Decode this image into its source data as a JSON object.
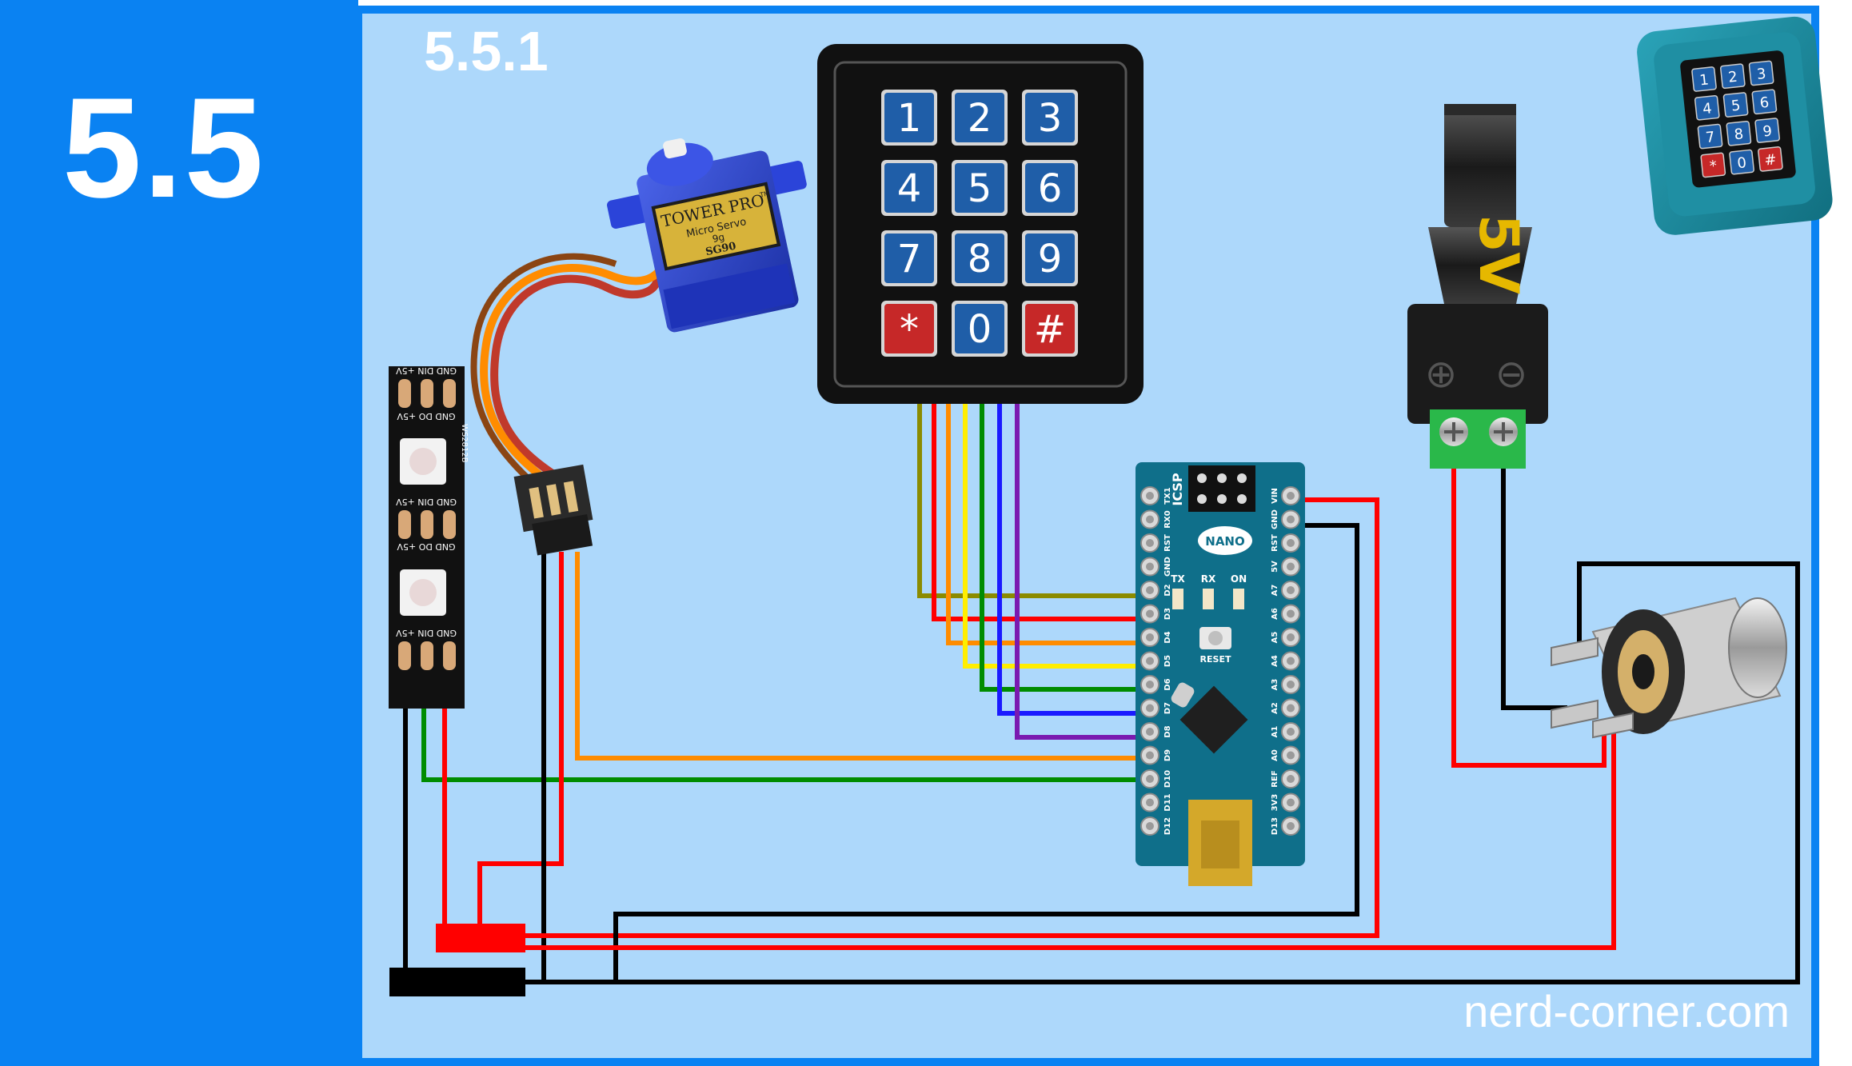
{
  "header": {
    "chapter_number": "5.5",
    "section_number": "5.5.1"
  },
  "colors": {
    "chapter_panel": "#0a82f2",
    "canvas_background": "#add8fb",
    "frame_border": "#0a82f2",
    "arduino_pcb": "#0f6f8a",
    "wire_red": "#ff0000",
    "wire_black": "#000000",
    "wire_orange": "#ff8c00",
    "wire_green": "#008c00",
    "wire_yellow": "#ffee00",
    "wire_blue": "#1a1aff",
    "wire_purple": "#7a1ab0",
    "wire_olive": "#8b8b00"
  },
  "keypad": {
    "keys": [
      "1",
      "2",
      "3",
      "4",
      "5",
      "6",
      "7",
      "8",
      "9",
      "*",
      "0",
      "#"
    ]
  },
  "keypad_enclosure": {
    "keys": [
      "1",
      "2",
      "3",
      "4",
      "5",
      "6",
      "7",
      "8",
      "9",
      "*",
      "0",
      "#"
    ]
  },
  "servo": {
    "brand": "TOWER PRO",
    "trademark": "TM",
    "model_line": "Micro Servo",
    "weight": "9g",
    "model": "SG90"
  },
  "led_strip": {
    "pad_labels_top": "GND DIN +5V",
    "pad_labels_bottom": "GND DO +5V",
    "chip_label": "WS2812B"
  },
  "power_adapter": {
    "voltage_label": "5V",
    "plus_symbol": "⊕",
    "minus_symbol": "⊖"
  },
  "arduino": {
    "board_badge": "NANO",
    "icsp_label": "ICSP",
    "reset_label": "RESET",
    "leds": [
      "TX",
      "RX",
      "ON"
    ],
    "left_pins": [
      "TX1",
      "RX0",
      "RST",
      "GND",
      "D2",
      "D3",
      "D4",
      "D5",
      "D6",
      "D7",
      "D8",
      "D9",
      "D10",
      "D11",
      "D12"
    ],
    "right_pins": [
      "VIN",
      "GND",
      "RST",
      "5V",
      "A7",
      "A6",
      "A5",
      "A4",
      "A3",
      "A2",
      "A1",
      "A0",
      "REF",
      "3V3",
      "D13"
    ]
  },
  "footer": {
    "watermark": "nerd-corner.com"
  }
}
